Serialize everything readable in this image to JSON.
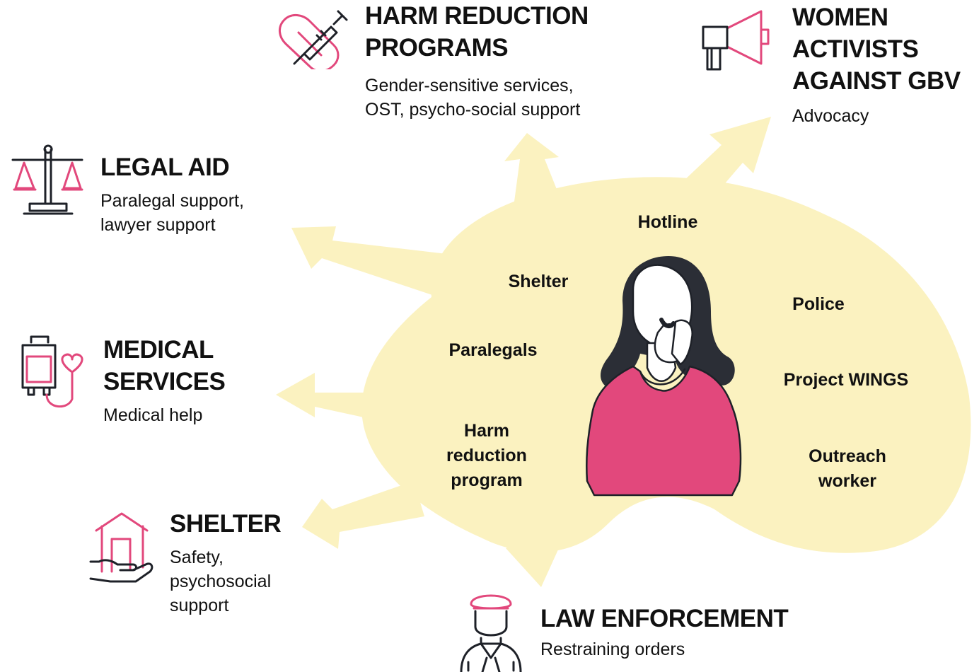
{
  "colors": {
    "blob": "#FBF2C0",
    "accent": "#E2487C",
    "ink": "#1E2128",
    "hair": "#2B2E36"
  },
  "services": {
    "harm_reduction": {
      "title": "HARM REDUCTION\nPROGRAMS",
      "desc": "Gender-sensitive services,\nOST, psycho-social support",
      "icon": "syringe-bandage-icon"
    },
    "women_activists": {
      "title": "WOMEN\nACTIVISTS\nAGAINST GBV",
      "desc": "Advocacy",
      "icon": "megaphone-icon"
    },
    "legal_aid": {
      "title": "LEGAL AID",
      "desc": "Paralegal support,\nlawyer support",
      "icon": "scales-icon"
    },
    "medical": {
      "title": "MEDICAL\nSERVICES",
      "desc": "Medical help",
      "icon": "iv-bag-heart-icon"
    },
    "shelter": {
      "title": "SHELTER",
      "desc": "Safety,\npsychosocial\nsupport",
      "icon": "house-hand-icon"
    },
    "law_enforcement": {
      "title": "LAW ENFORCEMENT",
      "desc": "Restraining orders",
      "icon": "police-officer-icon"
    }
  },
  "center": {
    "figure": "distressed-woman-illustration",
    "nodes": {
      "hotline": "Hotline",
      "shelter": "Shelter",
      "police": "Police",
      "paralegals": "Paralegals",
      "wings": "Project WINGS",
      "harm": "Harm\nreduction\nprogram",
      "outreach": "Outreach\nworker"
    }
  }
}
